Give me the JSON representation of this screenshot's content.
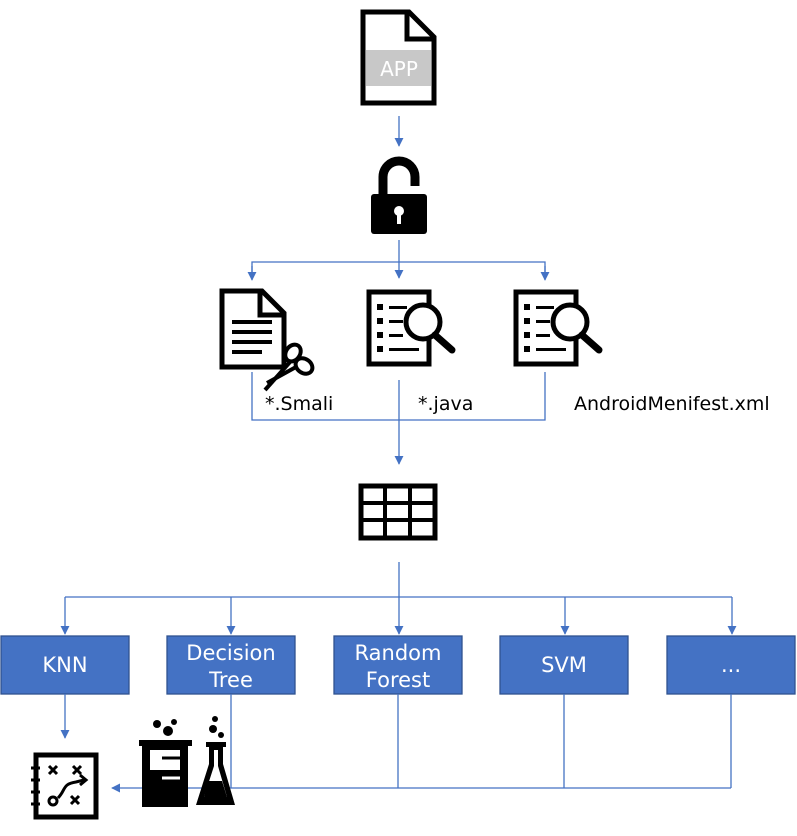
{
  "app_icon": {
    "label": "APP",
    "icon": "app-file-icon"
  },
  "decompile": {
    "icon": "unlock-icon"
  },
  "sources": [
    {
      "label": "*.Smali",
      "icon": "document-scissors-icon"
    },
    {
      "label": "*.java",
      "icon": "list-search-icon"
    },
    {
      "label": "AndroidMenifest.xml",
      "icon": "list-search-icon"
    }
  ],
  "feature_table": {
    "icon": "table-icon"
  },
  "classifiers": [
    {
      "line1": "KNN",
      "line2": ""
    },
    {
      "line1": "Decision",
      "line2": "Tree"
    },
    {
      "line1": "Random",
      "line2": "Forest"
    },
    {
      "line1": "SVM",
      "line2": ""
    },
    {
      "line1": "...",
      "line2": ""
    }
  ],
  "outputs": {
    "strategy_icon": "strategy-board-icon",
    "lab_icon": "lab-beaker-flask-icon"
  },
  "colors": {
    "connector": "#4472C4",
    "box_fill": "#4472C4",
    "box_border": "#2F528F",
    "app_band": "#C8C8C8"
  }
}
